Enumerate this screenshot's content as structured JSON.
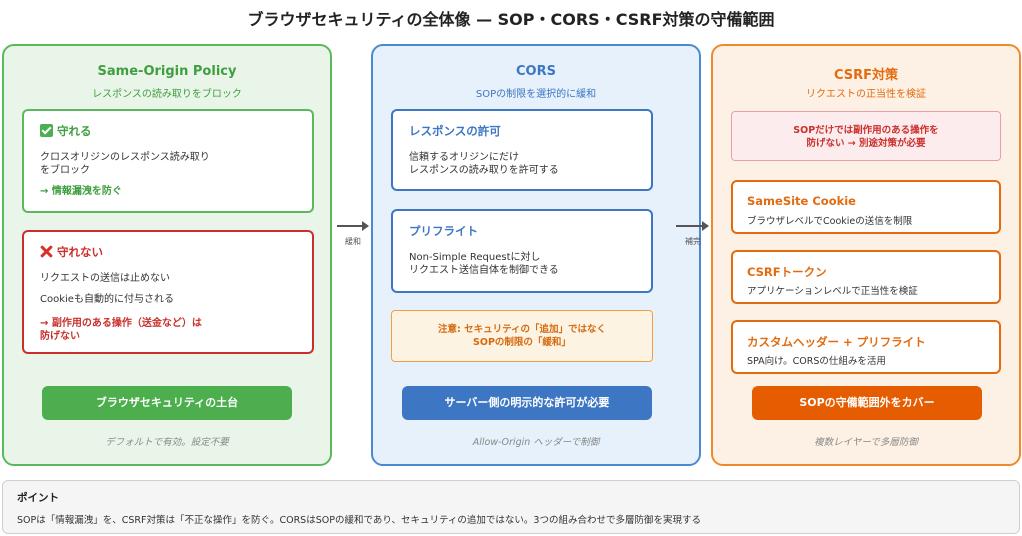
{
  "title": "ブラウザセキュリティの全体像 — SOP・CORS・CSRF対策の守備範囲",
  "sop": {
    "title": "Same-Origin Policy",
    "subtitle": "レスポンスの読み取りをブロック",
    "protects": {
      "heading": "守れる",
      "text": "クロスオリジンのレスポンス読み取り\nをブロック",
      "result": "→ 情報漏洩を防ぐ"
    },
    "not_protects": {
      "heading": "守れない",
      "line1": "リクエストの送信は止めない",
      "line2": "Cookieも自動的に付与される",
      "result": "→ 副作用のある操作（送金など）は\n防げない"
    },
    "button": "ブラウザセキュリティの土台",
    "footer": "デフォルトで有効。設定不要"
  },
  "cors": {
    "title": "CORS",
    "subtitle": "SOPの制限を選択的に緩和",
    "card1": {
      "heading": "レスポンスの許可",
      "text": "信頼するオリジンにだけ\nレスポンスの読み取りを許可する"
    },
    "card2": {
      "heading": "プリフライト",
      "text": "Non-Simple Requestに対し\nリクエスト送信自体を制御できる"
    },
    "note": "注意: セキュリティの「追加」ではなく\nSOPの制限の「緩和」",
    "button": "サーバー側の明示的な許可が必要",
    "footer": "Allow-Origin ヘッダーで制御"
  },
  "csrf": {
    "title": "CSRF対策",
    "subtitle": "リクエストの正当性を検証",
    "note": "SOPだけでは副作用のある操作を\n防げない → 別途対策が必要",
    "card1": {
      "heading": "SameSite Cookie",
      "text": "ブラウザレベルでCookieの送信を制限"
    },
    "card2": {
      "heading": "CSRFトークン",
      "text": "アプリケーションレベルで正当性を検証"
    },
    "card3": {
      "heading": "カスタムヘッダー + プリフライト",
      "text": "SPA向け。CORSの仕組みを活用"
    },
    "button": "SOPの守備範囲外をカバー",
    "footer": "複数レイヤーで多層防御"
  },
  "arrows": {
    "left_label": "緩和",
    "right_label": "補完"
  },
  "point": {
    "heading": "ポイント",
    "text": "SOPは「情報漏洩」を、CSRF対策は「不正な操作」を防ぐ。CORSはSOPの緩和であり、セキュリティの追加ではない。3つの組み合わせで多層防御を実現する"
  },
  "colors": {
    "green": "#5cb85c",
    "blue": "#3d76c2",
    "orange": "#e26b10",
    "red": "#c9302c"
  }
}
